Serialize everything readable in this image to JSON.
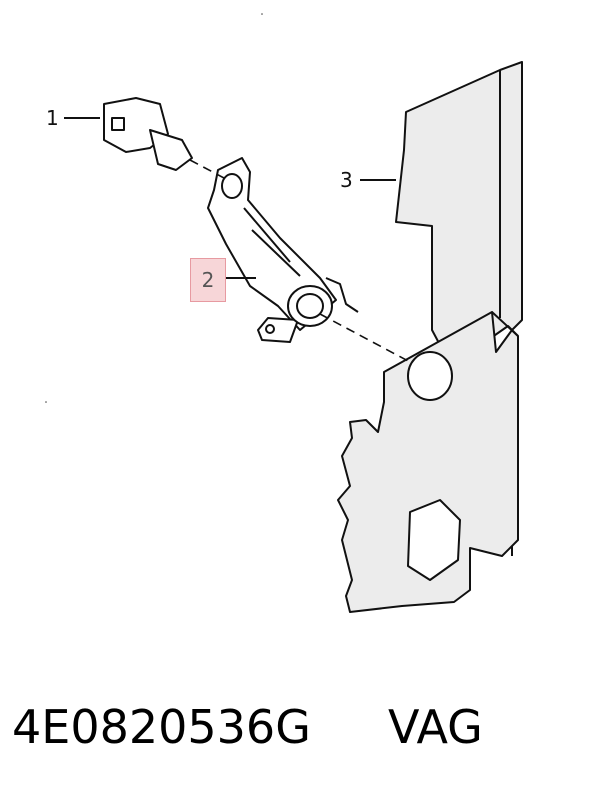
{
  "callouts": {
    "one": "1",
    "two": "2",
    "three": "3"
  },
  "footer": {
    "part_number": "4E0820536G",
    "brand": "VAG"
  },
  "colors": {
    "line": "#111111",
    "panel_fill": "#ececec",
    "highlight_fill": "#f7d6d8",
    "highlight_border": "#e79aa1"
  }
}
